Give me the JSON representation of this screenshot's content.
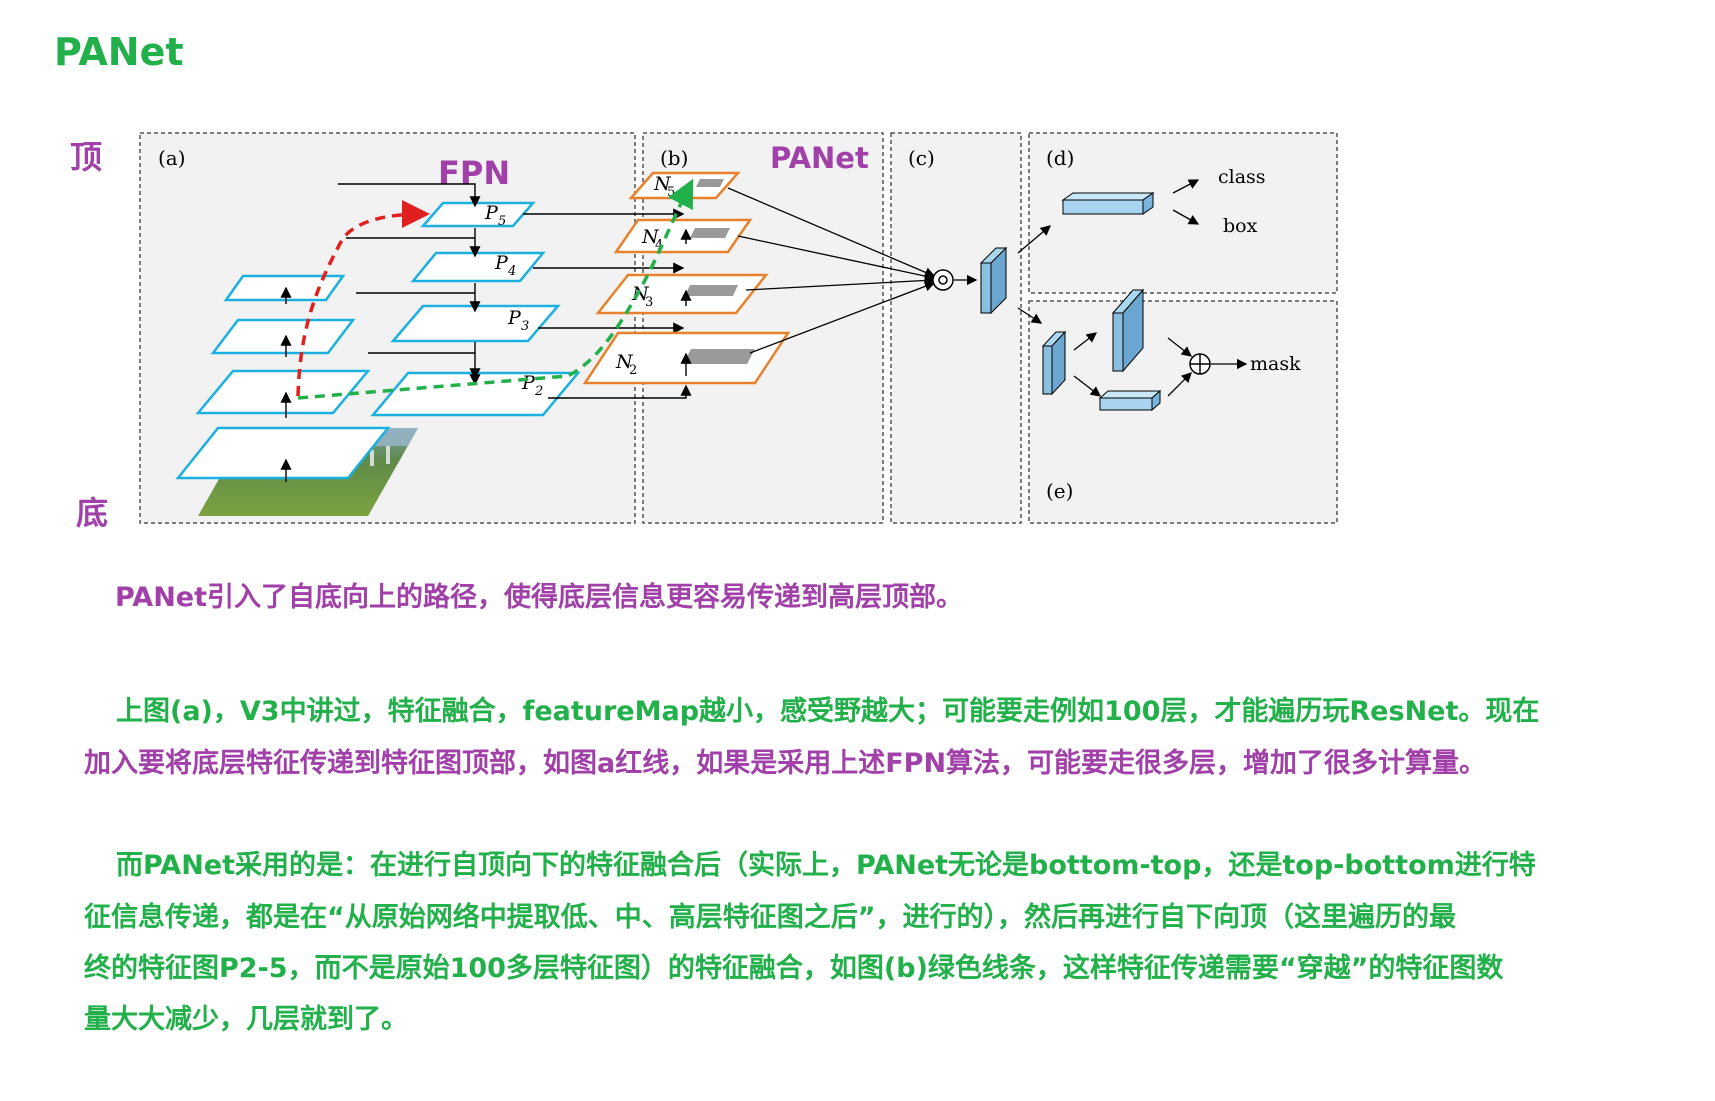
{
  "page_title": "PANet",
  "side_labels": {
    "top": "顶",
    "bottom": "底"
  },
  "figure": {
    "panel_a": "(a)",
    "panel_b": "(b)",
    "panel_c": "(c)",
    "panel_d": "(d)",
    "panel_e": "(e)",
    "fpn_label": "FPN",
    "panet_label": "PANet",
    "p_levels": [
      "P",
      "5",
      "P",
      "4",
      "P",
      "3",
      "P",
      "2"
    ],
    "n_levels": [
      "N",
      "5",
      "N",
      "4",
      "N",
      "3",
      "N",
      "2"
    ],
    "class_label": "class",
    "box_label": "box",
    "mask_label": "mask"
  },
  "paragraph1": "PANet引入了自底向上的路径，使得底层信息更容易传递到高层顶部。",
  "paragraph2_line1": "上图(a)，V3中讲过，特征融合，featureMap越小，感受野越大；可能要走例如100层，才能遍历玩ResNet。现在",
  "paragraph2_line2": "加入要将底层特征传递到特征图顶部，如图a红线，如果是采用上述FPN算法，可能要走很多层，增加了很多计算量。",
  "paragraph3_line1": "而PANet采用的是：在进行自顶向下的特征融合后（实际上，PANet无论是bottom-top，还是top-bottom进行特",
  "paragraph3_line2": "征信息传递，都是在“从原始网络中提取低、中、高层特征图之后”，进行的），然后再进行自下向顶（这里遍历的最",
  "paragraph3_line3": "终的特征图P2-5，而不是原始100多层特征图）的特征融合，如图(b)绿色线条，这样特征传递需要“穿越”的特征图数",
  "paragraph3_line4": "量大大减少，几层就到了。",
  "colors": {
    "green": "#22b04a",
    "purple": "#a040a8",
    "cyan": "#1ab0e0",
    "orange": "#e8812a",
    "red": "#e0201e"
  }
}
